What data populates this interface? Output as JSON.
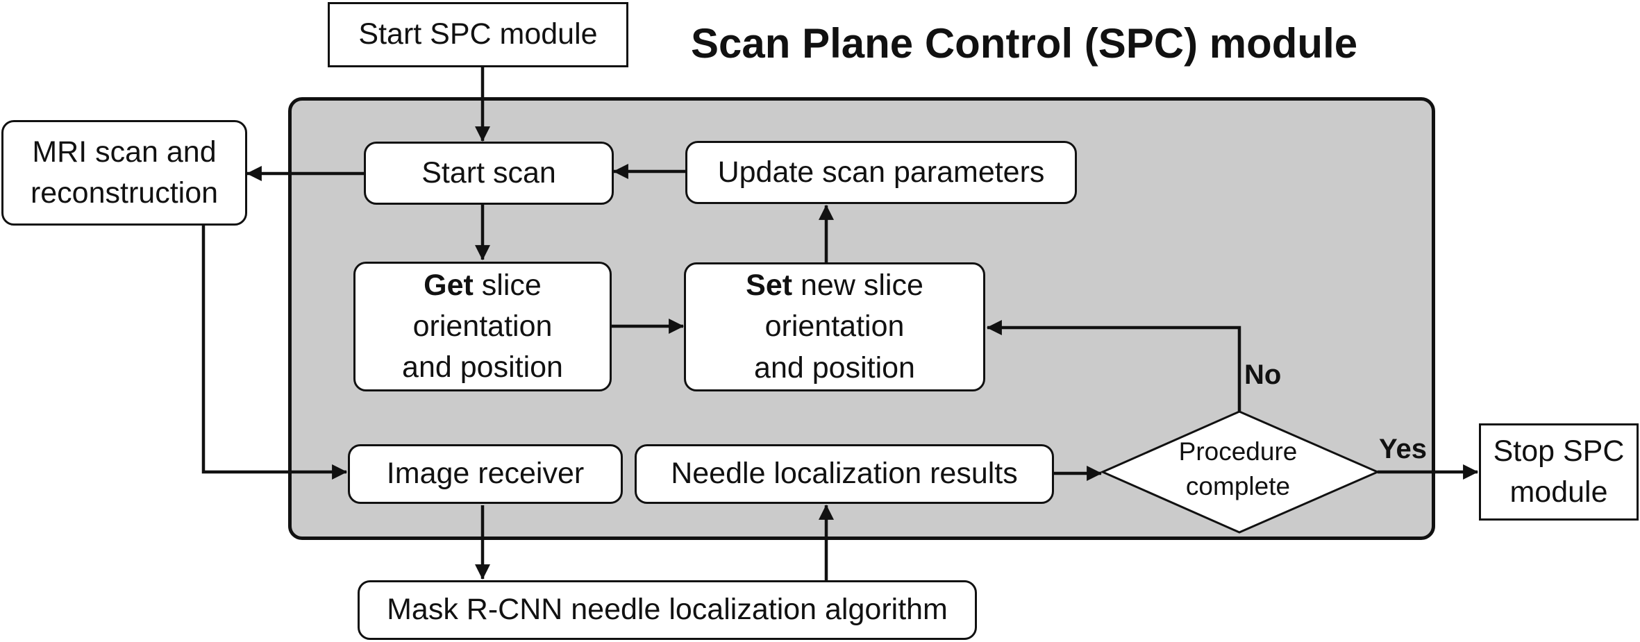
{
  "title": "Scan Plane Control (SPC) module",
  "nodes": {
    "start_spc": "Start SPC module",
    "mri_line1": "MRI scan and",
    "mri_line2": "reconstruction",
    "start_scan": "Start scan",
    "update_params": "Update scan parameters",
    "get_bold": "Get",
    "get_rest": " slice",
    "get_line2": "orientation",
    "get_line3": "and position",
    "set_bold": "Set",
    "set_rest": " new slice",
    "set_line2": "orientation",
    "set_line3": "and position",
    "image_receiver": "Image receiver",
    "needle_results": "Needle localization results",
    "decision_line1": "Procedure",
    "decision_line2": "complete",
    "stop_line1": "Stop SPC",
    "stop_line2": "module",
    "mask_rcnn": "Mask R-CNN needle localization algorithm"
  },
  "edge_labels": {
    "no": "No",
    "yes": "Yes"
  }
}
